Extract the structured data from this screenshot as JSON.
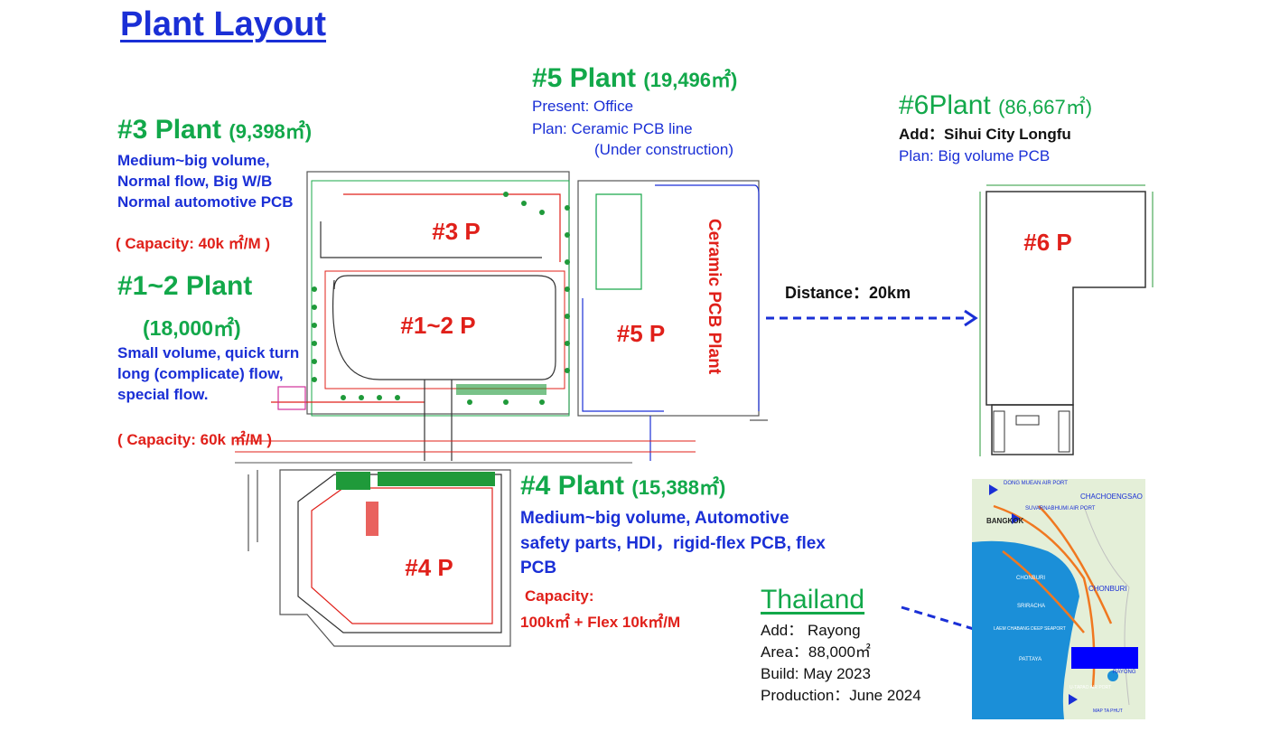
{
  "title": "Plant Layout",
  "plant3": {
    "heading": "#3 Plant",
    "area": "(9,398㎡)",
    "desc": [
      "Medium~big volume,",
      "Normal flow, Big W/B",
      "Normal automotive PCB"
    ],
    "capacity": "( Capacity: 40k ㎡/M )",
    "map_label": "#3 P"
  },
  "plant12": {
    "heading": "#1~2 Plant",
    "area": "(18,000㎡)",
    "desc": [
      "Small volume, quick turn",
      "long (complicate) flow,",
      "special flow."
    ],
    "capacity": "( Capacity: 60k ㎡/M )",
    "map_label": "#1~2 P"
  },
  "plant5": {
    "heading": "#5 Plant",
    "area": "(19,496㎡)",
    "present": "Present: Office",
    "plan": "Plan:   Ceramic PCB line",
    "plan_note": "(Under construction)",
    "map_label": "#5 P",
    "ceramic_label": "Ceramic PCB Plant"
  },
  "plant6": {
    "heading": "#6Plant",
    "area": "(86,667㎡)",
    "add": "Add：Sihui City Longfu",
    "plan": "Plan:   Big volume PCB",
    "map_label": "#6 P",
    "distance": "Distance：20km"
  },
  "plant4": {
    "heading": "#4 Plant",
    "area": "(15,388㎡)",
    "desc": [
      "Medium~big volume, Automotive",
      "safety parts,  HDI，rigid-flex PCB, flex",
      "PCB"
    ],
    "capacity_label": "Capacity:",
    "capacity": "100k㎡ + Flex 10k㎡/M",
    "map_label": "#4 P"
  },
  "thailand": {
    "heading": "Thailand",
    "add": "Add： Rayong",
    "area": "Area：88,000㎡",
    "build": "Build:  May 2023",
    "production": "Production：June 2024"
  },
  "map": {
    "labels": [
      "DONG MUEAN AIR PORT",
      "CHACHOENGSAO",
      "SUVARNABHUMI AIR PORT",
      "BANGKOK",
      "CHONBURI",
      "CHONBURI",
      "SRIRACHA",
      "LAEM CHABANG DEEP SEAPORT",
      "PATTAYA",
      "RAYONG",
      "U-TAPAO AIR PORT",
      "MAP TA PHUT"
    ]
  },
  "colors": {
    "title_blue": "#1a2fd6",
    "plant_green": "#12a84a",
    "capacity_red": "#e0201a",
    "sea_blue": "#1b8fd8",
    "land_green": "#d7ecc8",
    "marker_blue": "#0000ff"
  }
}
